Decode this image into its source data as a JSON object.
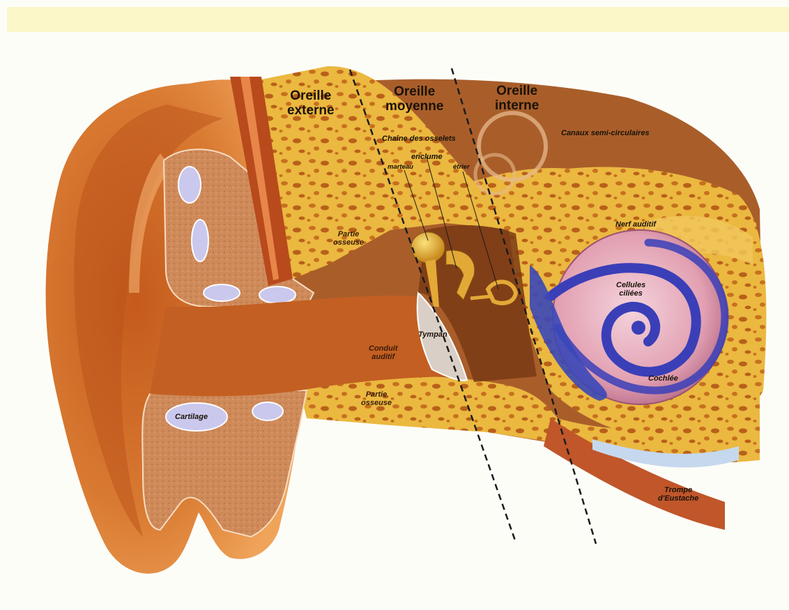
{
  "regions": {
    "outer": [
      "Oreille",
      "externe"
    ],
    "middle": [
      "Oreille",
      "moyenne"
    ],
    "inner": [
      "Oreille",
      "interne"
    ]
  },
  "labels": {
    "chaine": "Chaîne des osselets",
    "enclume": "enclume",
    "marteau": "marteau",
    "etrier": "étrier",
    "canaux": "Canaux semi-circulaires",
    "nerf": "Nerf auditif",
    "cellules": [
      "Cellules",
      "ciliées"
    ],
    "partie_osseuse_top": [
      "Partie",
      "osseuse"
    ],
    "conduit": [
      "Conduit",
      "auditif"
    ],
    "tympan": "Tympan",
    "cochlee": "Cochlée",
    "partie_osseuse_bottom": [
      "Partie",
      "osseuse"
    ],
    "cartilage": "Cartilage",
    "trompe": [
      "Trompe",
      "d'Eustache"
    ]
  },
  "colors": {
    "header_band": "#fbf7c9",
    "skin": "#d9792f",
    "bone": "#e9b740",
    "cartilage": "#c9c8ee",
    "cochlea_pink": "#e6a8b6",
    "cochlea_blue": "#3a3fb8",
    "divider": "#1b1b1b"
  }
}
